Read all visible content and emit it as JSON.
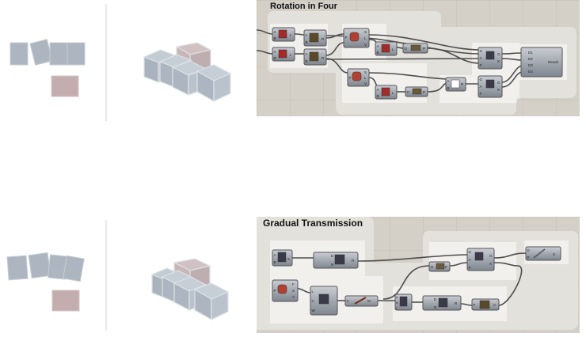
{
  "examples": [
    {
      "title": "Rotation in Four"
    },
    {
      "title": "Gradual Transmission"
    }
  ],
  "nodes_top": {
    "rot1": {
      "in": [
        "A",
        "B"
      ],
      "out": "L"
    },
    "rot2": {
      "in": [
        "A",
        "B"
      ],
      "out": "L"
    },
    "n1": {
      "in": [
        "A",
        "B"
      ],
      "out": "R"
    },
    "n2": {
      "in": [
        "A",
        "B"
      ],
      "out": "R"
    },
    "pt1": {
      "in": [
        "P"
      ],
      "out": [
        "S",
        "L",
        "V"
      ]
    },
    "pt2": {
      "in": [
        "P"
      ],
      "out": [
        "S",
        "L",
        "V"
      ]
    },
    "seg1": {
      "in": [
        "A",
        "B"
      ],
      "out": "L"
    },
    "seg2": {
      "in": [
        "A",
        "B"
      ],
      "out": "L"
    },
    "rad1": {
      "in": "O",
      "out": "P"
    },
    "rad2": {
      "in": "O",
      "out": "P"
    },
    "mul": {
      "in": [
        "A",
        "B"
      ],
      "out": "R"
    },
    "rA": {
      "in": [
        "G",
        "A",
        "P"
      ],
      "out": [
        "G",
        "X"
      ]
    },
    "rB": {
      "in": [
        "G",
        "A",
        "P"
      ],
      "out": [
        "G",
        "X"
      ]
    },
    "merge": {
      "in": [
        "D1",
        "D2",
        "D3",
        "D4"
      ],
      "out": "Result"
    }
  },
  "nodes_bottom": {
    "slider": {
      "in": [
        "A",
        "B"
      ],
      "out": "S"
    },
    "div": {
      "in": [
        "D",
        "N"
      ],
      "out": "R"
    },
    "pt": {
      "in": [
        "P"
      ],
      "out": [
        "F",
        "S",
        "V"
      ]
    },
    "curve": {
      "in": [
        "L",
        "C",
        "W"
      ],
      "out": ""
    },
    "crv": {
      "in": "C",
      "out": "M"
    },
    "rA": {
      "in": [
        "G",
        "A",
        "P"
      ],
      "out": [
        "G",
        "X"
      ]
    },
    "rad": {
      "in": "O",
      "out": "P"
    },
    "xf": {
      "in": [
        "G",
        "P"
      ],
      "out": "S"
    },
    "eval": {
      "in": [
        "A",
        "B",
        "I"
      ],
      "out": ""
    },
    "div2": {
      "in": [
        "D",
        "N"
      ],
      "out": "R"
    },
    "fx": {
      "in": "F",
      "out": "V"
    }
  }
}
